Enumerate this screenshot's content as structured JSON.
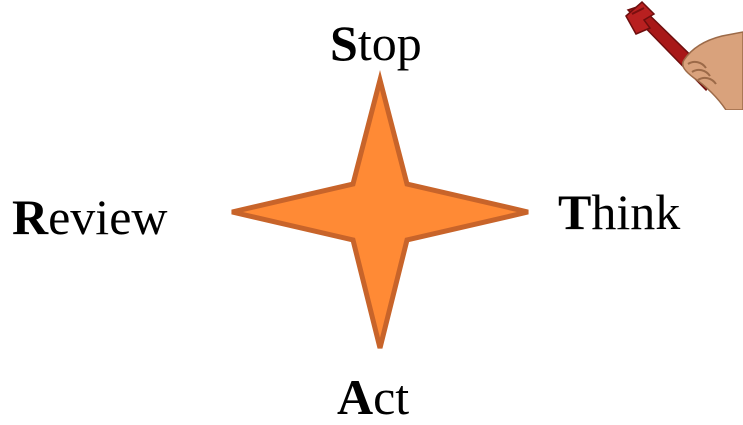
{
  "diagram": {
    "labels": {
      "top": {
        "initial": "S",
        "rest": "top"
      },
      "right": {
        "initial": "T",
        "rest": "hink"
      },
      "left": {
        "initial": "R",
        "rest": "eview"
      },
      "bottom": {
        "initial": "A",
        "rest": "ct"
      }
    },
    "colors": {
      "star_fill": "#FF8A35",
      "star_stroke": "#C8642A",
      "text": "#000000"
    },
    "icons": [
      "four-point-star-icon",
      "wrench-in-hand-icon"
    ]
  }
}
